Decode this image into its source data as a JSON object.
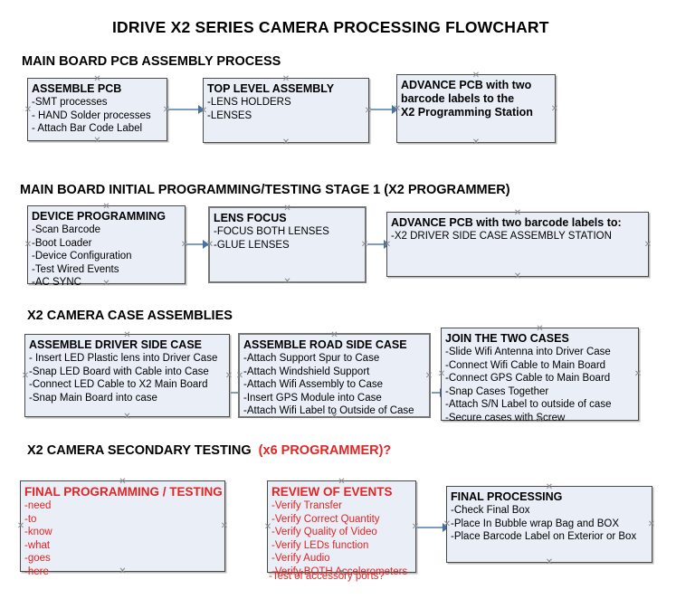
{
  "document": {
    "title": "IDRIVE X2  SERIES CAMERA PROCESSING FLOWCHART"
  },
  "sections": [
    {
      "id": "main-board-pcb-assembly",
      "heading": "MAIN BOARD PCB ASSEMBLY PROCESS",
      "heading_accent": ""
    },
    {
      "id": "main-board-initial-programming",
      "heading": "MAIN BOARD INITIAL PROGRAMMING/TESTING STAGE 1 (X2 PROGRAMMER)",
      "heading_accent": ""
    },
    {
      "id": "x2-camera-case-assemblies",
      "heading": "X2 CAMERA CASE ASSEMBLIES",
      "heading_accent": ""
    },
    {
      "id": "x2-camera-secondary-testing",
      "heading": "X2 CAMERA SECONDARY TESTING",
      "heading_accent": "(x6 PROGRAMMER)?"
    }
  ],
  "nodes": {
    "assemble_pcb": {
      "title": "ASSEMBLE PCB",
      "lines": [
        "-SMT processes",
        "- HAND Solder processes",
        "- Attach Bar Code Label"
      ]
    },
    "top_level_assembly": {
      "title": "TOP LEVEL ASSEMBLY",
      "lines": [
        "-LENS HOLDERS",
        "-LENSES"
      ]
    },
    "advance_pcb_station": {
      "title": "ADVANCE PCB with two",
      "lines": [
        "barcode labels to the",
        " X2 Programming Station"
      ]
    },
    "device_programming": {
      "title": "DEVICE PROGRAMMING",
      "lines": [
        "-Scan Barcode",
        "-Boot Loader",
        "-Device Configuration",
        "-Test Wired Events",
        "-AC SYNC"
      ]
    },
    "lens_focus": {
      "title": "LENS FOCUS",
      "lines": [
        "-FOCUS BOTH LENSES",
        "-GLUE LENSES"
      ]
    },
    "advance_pcb_driver_side": {
      "title": "ADVANCE PCB with two barcode labels to:",
      "lines": [
        "-X2 DRIVER  SIDE  CASE  ASSEMBLY STATION"
      ]
    },
    "assemble_driver_side_case": {
      "title": "ASSEMBLE DRIVER SIDE CASE",
      "lines": [
        "- Insert LED Plastic lens into Driver Case",
        "-Snap LED Board with Cable into Case",
        "-Connect LED Cable to X2 Main Board",
        "-Snap Main Board into case"
      ]
    },
    "assemble_road_side_case": {
      "title": "ASSEMBLE ROAD SIDE CASE",
      "lines": [
        "-Attach Support Spur to Case",
        "-Attach Windshield Support",
        "-Attach Wifi Assembly to Case",
        "-Insert GPS Module into Case",
        "-Attach Wifi Label to Outside of Case"
      ]
    },
    "join_the_two_cases": {
      "title": "JOIN THE TWO CASES",
      "lines": [
        "-Slide Wifi Antenna into Driver Case",
        "-Connect Wifi Cable to Main Board",
        "-Connect GPS Cable to Main Board",
        "-Snap Cases Together",
        "-Attach S/N Label to outside of case",
        "-Secure cases with Screw"
      ]
    },
    "final_programming_testing": {
      "title": "FINAL PROGRAMMING / TESTING",
      "lines": [
        "-need",
        "-to",
        "-know",
        "-what",
        "-goes",
        "-here"
      ]
    },
    "review_of_events": {
      "title": "REVIEW OF EVENTS",
      "lines": [
        "-Verify Transfer",
        "-Verify Correct Quantity",
        "-Verify Quality of Video",
        "-Verify LEDs function",
        "-Verify Audio",
        "-Verify BOTH Accelerometers"
      ],
      "overflow_line": "-Test of accessory ports?"
    },
    "final_processing": {
      "title": "FINAL PROCESSING",
      "lines": [
        " -Check Final Box",
        "-Place In Bubble wrap Bag and BOX",
        "-Place Barcode Label on Exterior or Box"
      ]
    }
  },
  "colors": {
    "node_fill": "#e9eef7",
    "node_border": "#4a4a4a",
    "connector": "#7d9dc4",
    "connector_head": "#4472a8",
    "accent_red": "#e02525",
    "handle": "#8a8a8a"
  },
  "handle_glyph": "✕"
}
